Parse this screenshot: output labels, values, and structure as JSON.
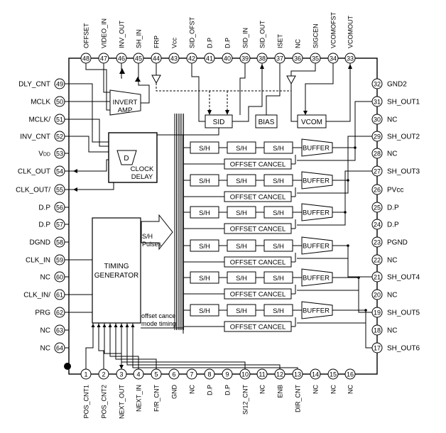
{
  "pins_top": [
    {
      "num": "48",
      "name": "OFFSET"
    },
    {
      "num": "47",
      "name": "VIDEO_IN"
    },
    {
      "num": "46",
      "name": "INV_OUT"
    },
    {
      "num": "45",
      "name": "SH_IN"
    },
    {
      "num": "44",
      "name": "FRP"
    },
    {
      "num": "43",
      "name": "Vcc"
    },
    {
      "num": "42",
      "name": "SID_OFST"
    },
    {
      "num": "41",
      "name": "D.P"
    },
    {
      "num": "40",
      "name": "D.P"
    },
    {
      "num": "39",
      "name": "SID_IN"
    },
    {
      "num": "38",
      "name": "SID_OUT"
    },
    {
      "num": "37",
      "name": "ISET"
    },
    {
      "num": "36",
      "name": "NC"
    },
    {
      "num": "35",
      "name": "SIGCEN"
    },
    {
      "num": "34",
      "name": "VCOMOFST"
    },
    {
      "num": "33",
      "name": "VCOMOUT"
    }
  ],
  "pins_left": [
    {
      "num": "49",
      "name": "DLY_CNT"
    },
    {
      "num": "50",
      "name": "MCLK"
    },
    {
      "num": "51",
      "name": "MCLK/"
    },
    {
      "num": "52",
      "name": "INV_CNT"
    },
    {
      "num": "53",
      "name": "VDD"
    },
    {
      "num": "54",
      "name": "CLK_OUT"
    },
    {
      "num": "55",
      "name": "CLK_OUT/"
    },
    {
      "num": "56",
      "name": "D.P"
    },
    {
      "num": "57",
      "name": "D.P"
    },
    {
      "num": "58",
      "name": "DGND"
    },
    {
      "num": "59",
      "name": "CLK_IN"
    },
    {
      "num": "60",
      "name": "NC"
    },
    {
      "num": "61",
      "name": "CLK_IN/"
    },
    {
      "num": "62",
      "name": "PRG"
    },
    {
      "num": "63",
      "name": "NC"
    },
    {
      "num": "64",
      "name": "NC"
    }
  ],
  "pins_right": [
    {
      "num": "32",
      "name": "GND2"
    },
    {
      "num": "31",
      "name": "SH_OUT1"
    },
    {
      "num": "30",
      "name": "NC"
    },
    {
      "num": "29",
      "name": "SH_OUT2"
    },
    {
      "num": "28",
      "name": "NC"
    },
    {
      "num": "27",
      "name": "SH_OUT3"
    },
    {
      "num": "26",
      "name": "PVcc"
    },
    {
      "num": "25",
      "name": "D.P"
    },
    {
      "num": "24",
      "name": "D.P"
    },
    {
      "num": "23",
      "name": "PGND"
    },
    {
      "num": "22",
      "name": "NC"
    },
    {
      "num": "21",
      "name": "SH_OUT4"
    },
    {
      "num": "20",
      "name": "NC"
    },
    {
      "num": "19",
      "name": "SH_OUT5"
    },
    {
      "num": "18",
      "name": "NC"
    },
    {
      "num": "17",
      "name": "SH_OUT6"
    }
  ],
  "pins_bottom": [
    {
      "num": "1",
      "name": "POS_CNT1"
    },
    {
      "num": "2",
      "name": "POS_CNT2"
    },
    {
      "num": "3",
      "name": "NEXT_OUT"
    },
    {
      "num": "4",
      "name": "NEXT_IN"
    },
    {
      "num": "5",
      "name": "F/R_CNT"
    },
    {
      "num": "6",
      "name": "GND"
    },
    {
      "num": "7",
      "name": "NC"
    },
    {
      "num": "8",
      "name": "D.P"
    },
    {
      "num": "9",
      "name": "D.P"
    },
    {
      "num": "10",
      "name": "S/12_CNT"
    },
    {
      "num": "11",
      "name": "NC"
    },
    {
      "num": "12",
      "name": "ENB"
    },
    {
      "num": "13",
      "name": "DIR_CNT"
    },
    {
      "num": "14",
      "name": "NC"
    },
    {
      "num": "15",
      "name": "NC"
    },
    {
      "num": "16",
      "name": "NC"
    }
  ],
  "blocks": {
    "invert_amp": [
      "INVERT",
      "AMP"
    ],
    "d_label": "D",
    "clock_delay": [
      "CLOCK",
      "DELAY"
    ],
    "sid": "SID",
    "bias": "BIAS",
    "vcom": "VCOM",
    "sh": "S/H",
    "buffer": "BUFFER",
    "offset_cancel": "OFFSET CANCEL",
    "timing_generator": [
      "TIMING",
      "GENERATOR"
    ],
    "sh_pulses": [
      "S/H",
      "Pulses"
    ],
    "offset_cancel_mode_timing": [
      "offset cancel",
      "mode timing"
    ]
  }
}
